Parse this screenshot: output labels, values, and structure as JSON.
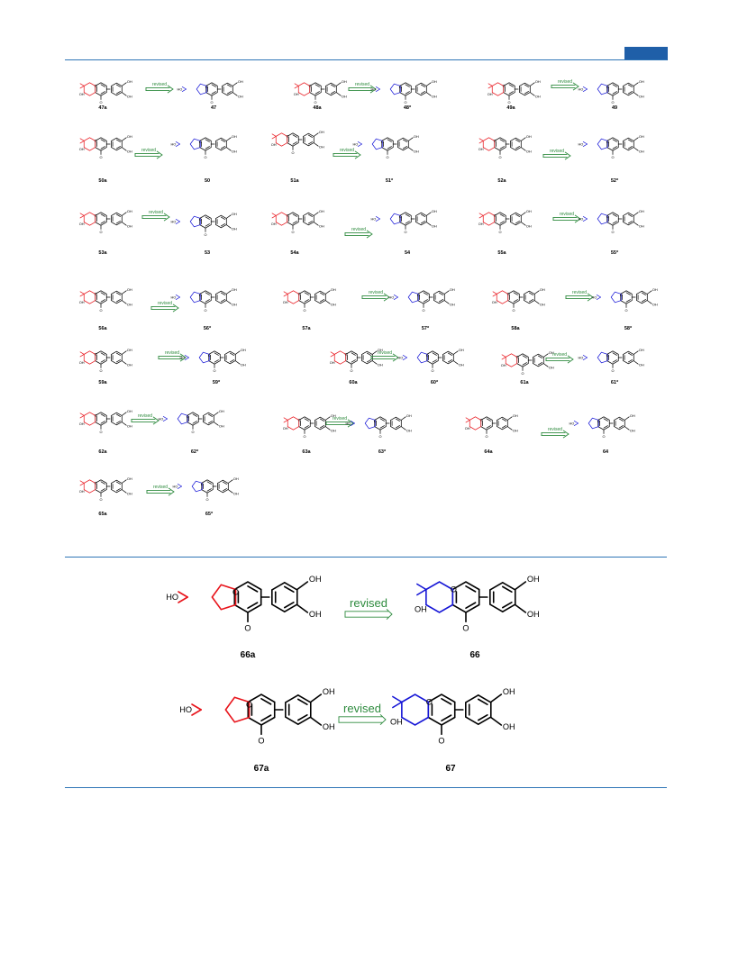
{
  "header": {
    "accent_color": "#1f5fa8",
    "rule_color": "#2e75b6"
  },
  "colors": {
    "original": "#e8141b",
    "revised": "#1515d6",
    "arrow": "#2e8b3e",
    "bond": "#000000"
  },
  "arrow_label": "revised",
  "atom_labels": {
    "oh": "OH",
    "ho": "HO",
    "o": "O"
  },
  "compounds": [
    {
      "orig": "47a",
      "rev": "47"
    },
    {
      "orig": "48a",
      "rev": "48*"
    },
    {
      "orig": "49a",
      "rev": "49"
    },
    {
      "orig": "50a",
      "rev": "50"
    },
    {
      "orig": "51a",
      "rev": "51*"
    },
    {
      "orig": "52a",
      "rev": "52*"
    },
    {
      "orig": "53a",
      "rev": "53"
    },
    {
      "orig": "54a",
      "rev": "54"
    },
    {
      "orig": "55a",
      "rev": "55*"
    },
    {
      "orig": "56a",
      "rev": "56*"
    },
    {
      "orig": "57a",
      "rev": "57*"
    },
    {
      "orig": "58a",
      "rev": "58*"
    },
    {
      "orig": "59a",
      "rev": "59*"
    },
    {
      "orig": "60a",
      "rev": "60*"
    },
    {
      "orig": "61a",
      "rev": "61*"
    },
    {
      "orig": "62a",
      "rev": "62*"
    },
    {
      "orig": "63a",
      "rev": "63*"
    },
    {
      "orig": "64a",
      "rev": "64"
    },
    {
      "orig": "65a",
      "rev": "65*"
    }
  ],
  "large_compounds": [
    {
      "orig": "66a",
      "rev": "66"
    },
    {
      "orig": "67a",
      "rev": "67"
    }
  ]
}
